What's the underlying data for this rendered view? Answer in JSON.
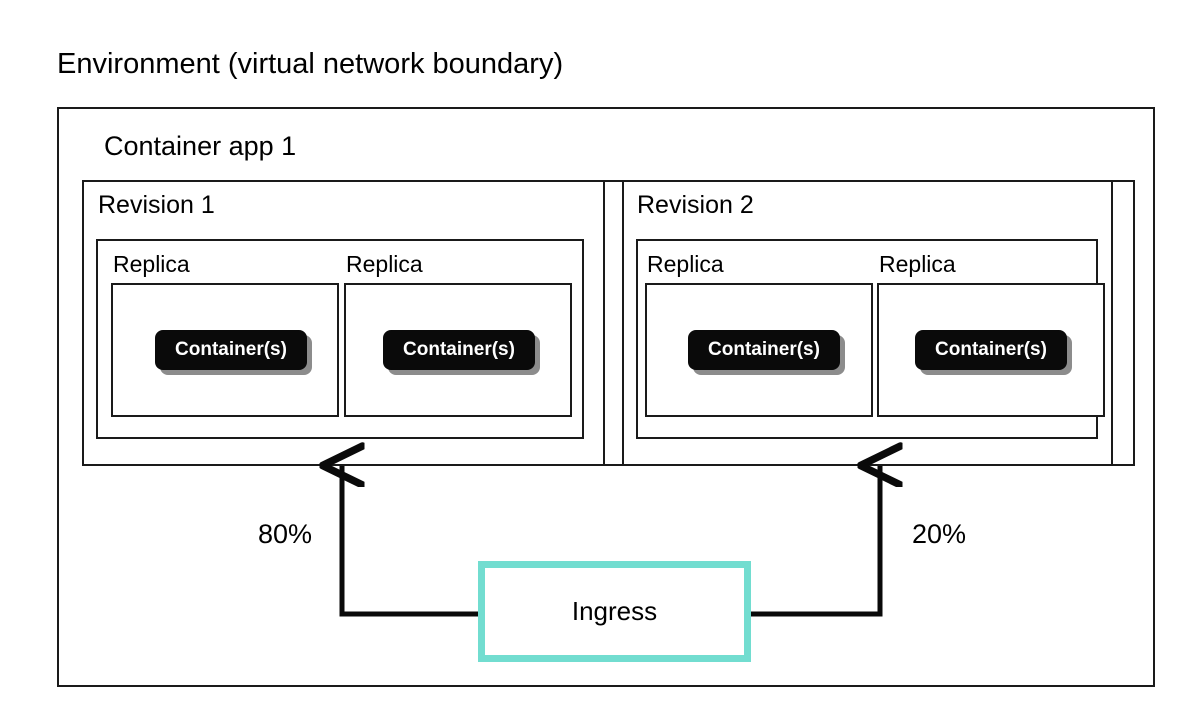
{
  "diagram": {
    "title": "Environment (virtual network boundary)",
    "app": {
      "title": "Container app 1",
      "revisions": [
        {
          "title": "Revision 1",
          "traffic_label": "80%",
          "replicas": [
            {
              "label": "Replica",
              "container_label": "Container(s)"
            },
            {
              "label": "Replica",
              "container_label": "Container(s)"
            }
          ]
        },
        {
          "title": "Revision 2",
          "traffic_label": "20%",
          "replicas": [
            {
              "label": "Replica",
              "container_label": "Container(s)"
            },
            {
              "label": "Replica",
              "container_label": "Container(s)"
            }
          ]
        }
      ]
    },
    "ingress": {
      "label": "Ingress",
      "border_color": "#72DDD0"
    },
    "colors": {
      "stroke": "#1a1a1a",
      "container_fill": "#0a0a0a",
      "container_text": "#ffffff",
      "container_shadow": "#8c8c8c",
      "ingress_accent": "#72DDD0",
      "background": "#ffffff"
    }
  }
}
